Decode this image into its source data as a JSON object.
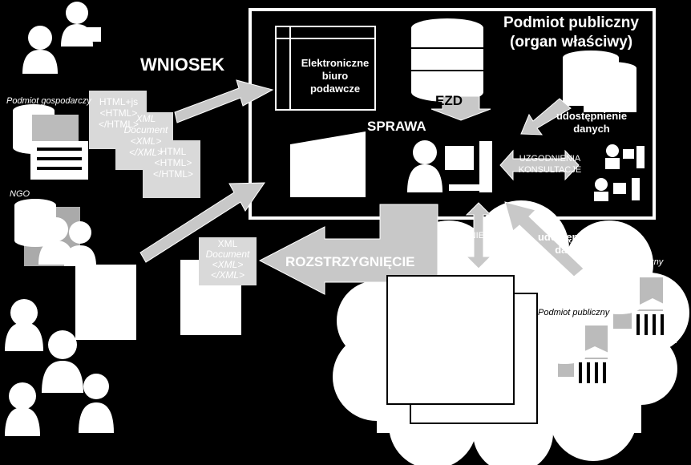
{
  "heading": {
    "wniosek": "WNIOSEK",
    "sprawa": "SPRAWA"
  },
  "public_body": {
    "line1": "Podmiot publiczny",
    "line2": "(organ właściwy)"
  },
  "office": {
    "line1": "Elektroniczne",
    "line2": "biuro",
    "line3": "podawcze"
  },
  "ezd_label": "EZD",
  "sharing_top": {
    "line1": "udostępnienie",
    "line2": "danych"
  },
  "consult": {
    "line1": "UZGODNIENIA",
    "line2": "KONSULTACJE"
  },
  "agree_label": "UZGODNIENIA",
  "decision_label": "ROZSTRZYGNIĘCIE",
  "sharing_bottom": {
    "line1": "udostępnienie",
    "line2": "danych"
  },
  "actors": {
    "business": "Podmiot gospodarczy",
    "ngo": "NGO",
    "public1": "Podmiot publiczny",
    "public2": "Podmiot publiczny"
  },
  "docs": {
    "doc1": [
      "HTML+js",
      "<HTML>",
      "</HTML>"
    ],
    "doc2": [
      "XML",
      "Document",
      "<XML>",
      "</XML>"
    ],
    "doc3": [
      "HTML",
      "<HTML>",
      "</HTML>"
    ],
    "doc4": [
      "XML",
      "Document",
      "<XML>",
      "</XML>"
    ]
  },
  "colors": {
    "background": "#000000",
    "foreground": "#ffffff",
    "arrow_fill": "#c8c8c8",
    "doc_fill": "#d9d9d9"
  }
}
